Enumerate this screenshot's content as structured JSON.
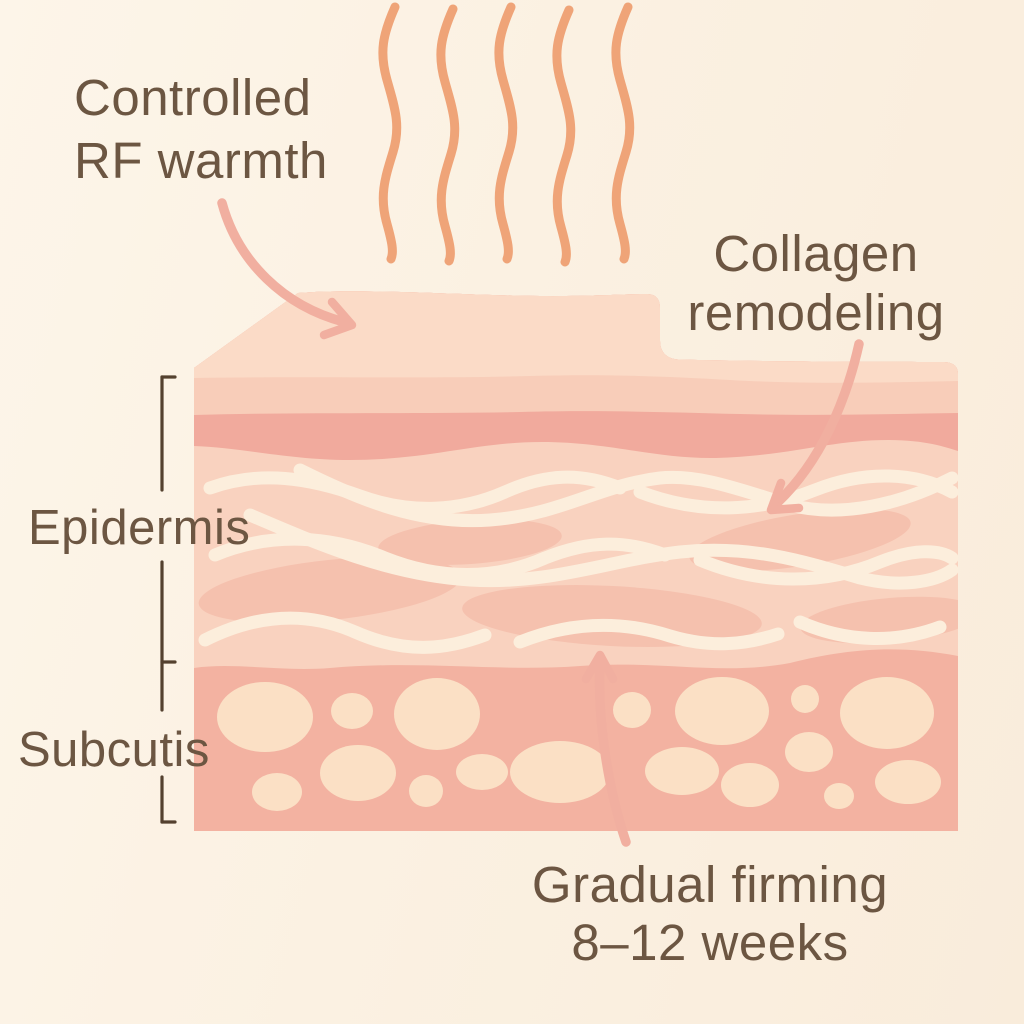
{
  "illustration": "Radio-frequency skin tightening diagram",
  "background": "#FBF1E2",
  "colors": {
    "text": "#6C5642",
    "bracket": "#54412F",
    "rf_wave": "#EFA478",
    "arrow": "#F1AFA0",
    "skin_top_layer": "#FBDBC7",
    "skin_upper_layer": "#F8CDB9",
    "basal_band": "#F1AA9D",
    "dermis": "#F9D2BF",
    "dermis_shadow": "#F5BDAB",
    "collagen_fiber": "#FCEEDC",
    "subcutis": "#F3B2A1",
    "fat_cell": "#FBE0C5"
  },
  "annotations": {
    "rf_label": {
      "line1": "Controlled",
      "line2": "RF warmth"
    },
    "collagen_label": {
      "line1": "Collagen",
      "line2": "remodeling"
    },
    "firming_label": {
      "line1": "Gradual firming",
      "line2": "8–12 weeks"
    }
  },
  "layer_labels": {
    "epidermis": "Epidermis",
    "subcutis": "Subcutis"
  },
  "diagram": {
    "rf_wave_count": 5,
    "skin_layers": [
      "epidermis",
      "dermis",
      "subcutis"
    ],
    "fat_cell_count": 17,
    "arrow_count": 3
  }
}
